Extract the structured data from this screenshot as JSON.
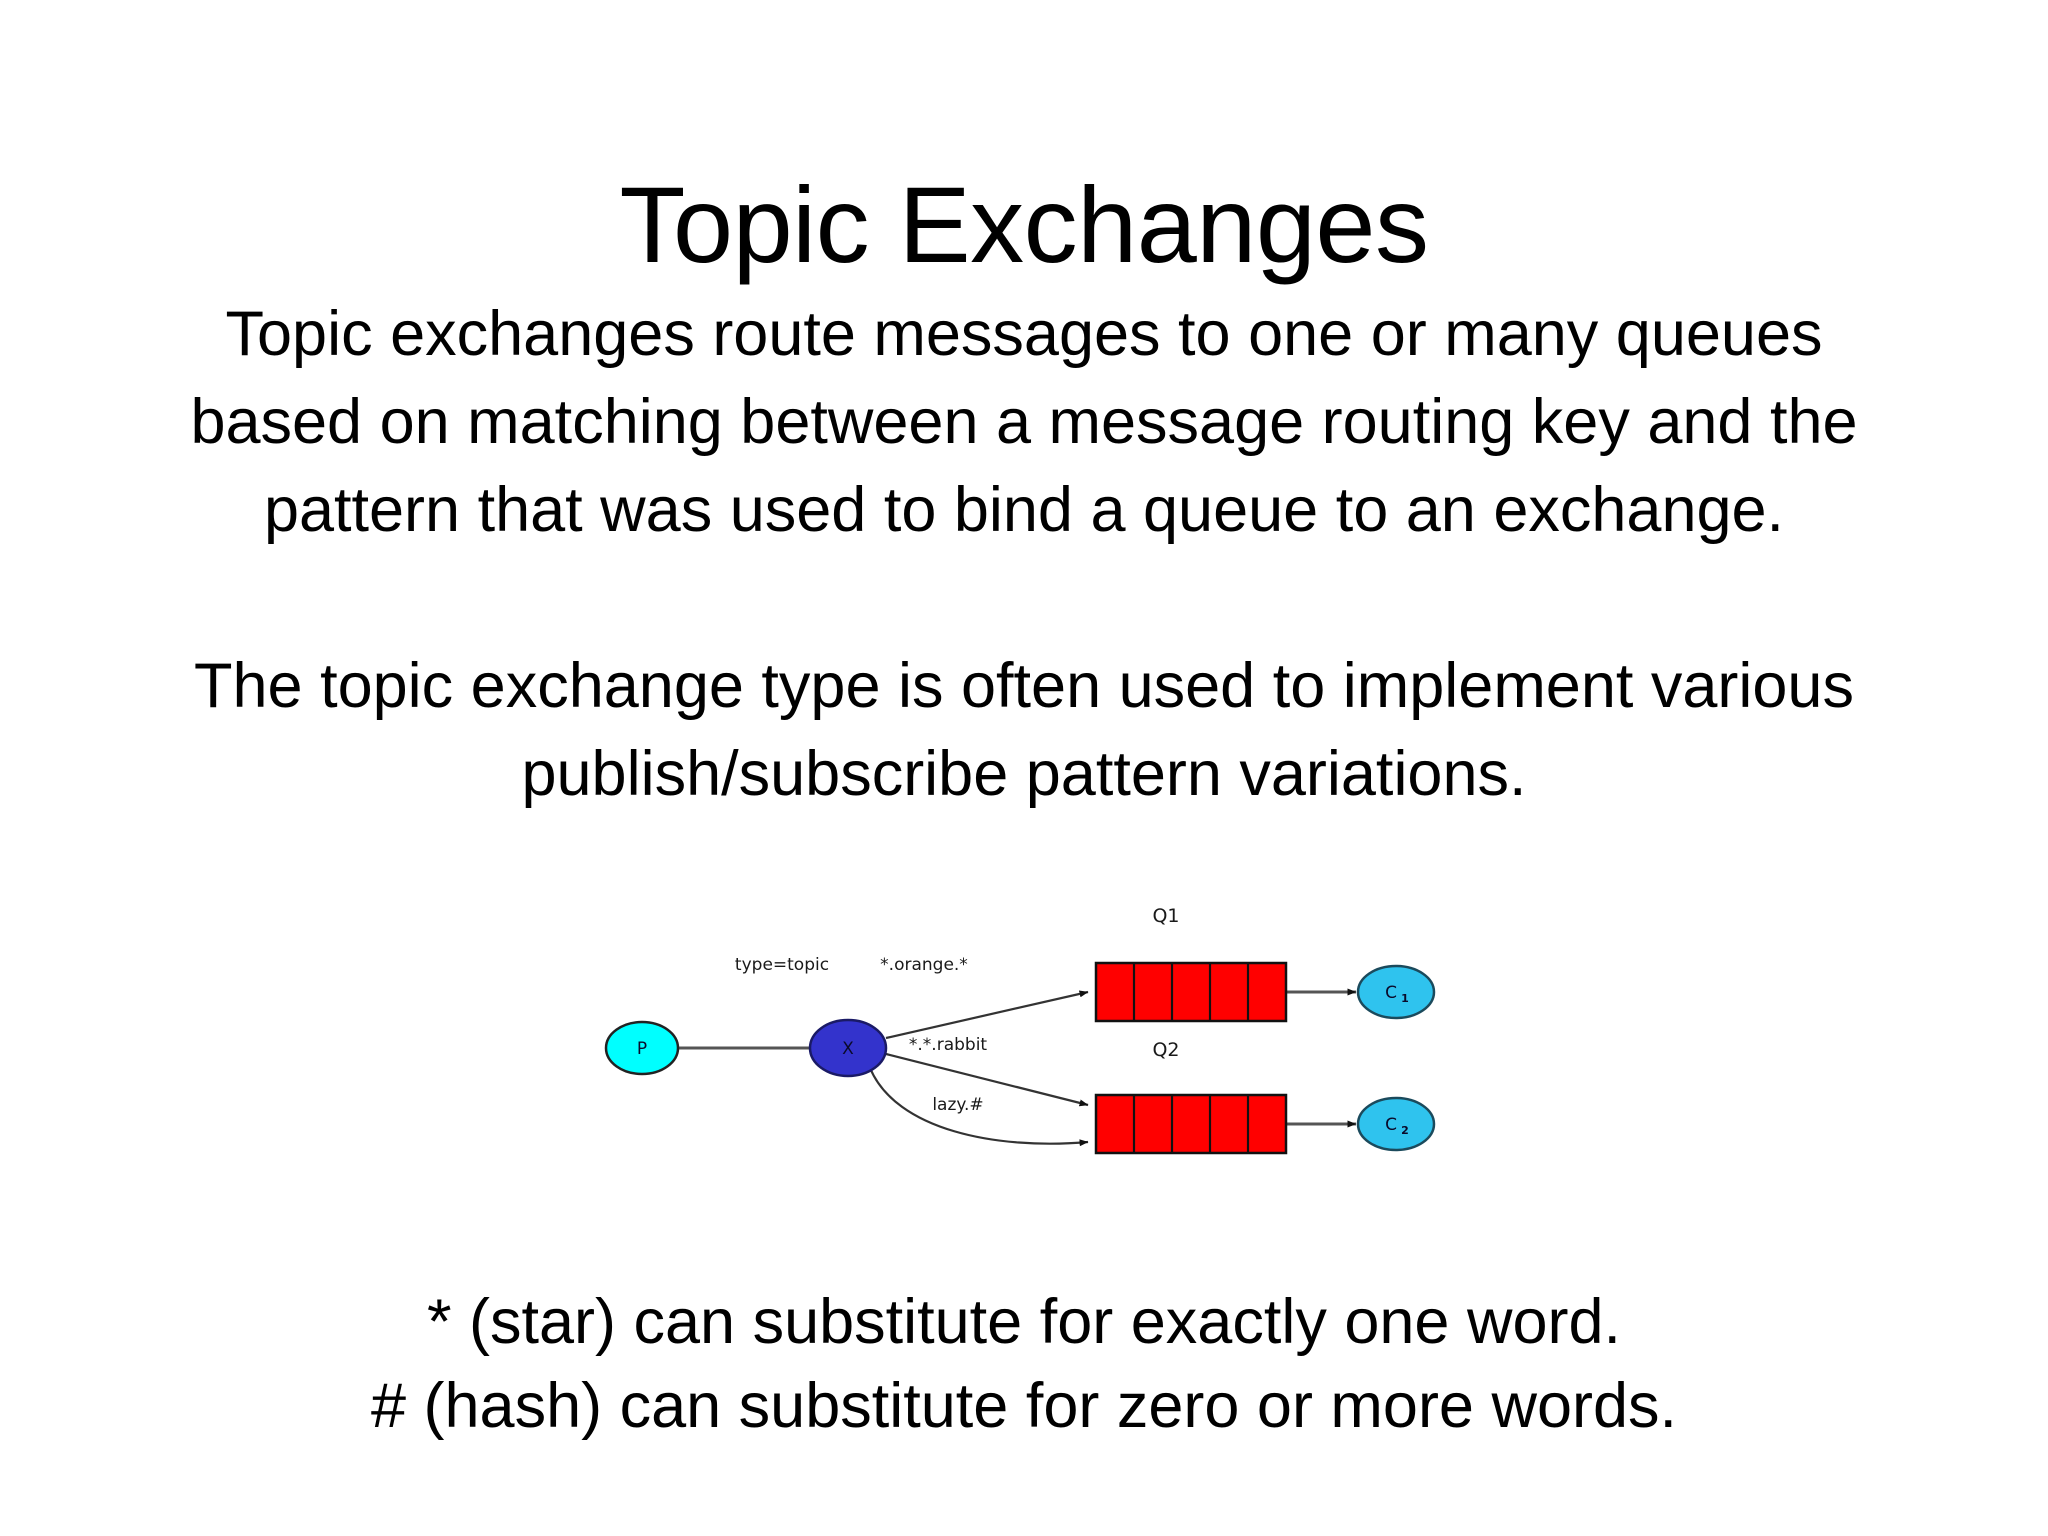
{
  "slide": {
    "title": "Topic Exchanges",
    "background_color": "#ffffff",
    "text_color": "#000000"
  },
  "paragraphs": {
    "intro": {
      "lines": [
        "Topic exchanges route messages to one or many queues",
        "based on matching between a message routing key and the",
        "pattern that was used to bind a queue to an exchange."
      ]
    },
    "usage": {
      "lines": [
        "The topic exchange type is often used to implement various",
        "publish/subscribe pattern variations."
      ]
    }
  },
  "footnotes": {
    "lines": [
      "* (star) can substitute for exactly one word.",
      "# (hash) can substitute for zero or more words."
    ]
  },
  "diagram": {
    "producer": {
      "label": "P",
      "fill": "#00ffff"
    },
    "exchange": {
      "label": "X",
      "fill": "#3333cc",
      "type_label": "type=topic"
    },
    "bindings": [
      {
        "pattern": "*.orange.*",
        "target": "Q1"
      },
      {
        "pattern": "*.*.rabbit",
        "target": "Q2"
      },
      {
        "pattern": "lazy.#",
        "target": "Q2"
      }
    ],
    "queues": [
      {
        "name": "Q1",
        "cells": 5,
        "fill": "#ff0000"
      },
      {
        "name": "Q2",
        "cells": 5,
        "fill": "#ff0000"
      }
    ],
    "consumers": [
      {
        "label": "C",
        "subscript": "1",
        "fill": "#2fc3ee"
      },
      {
        "label": "C",
        "subscript": "2",
        "fill": "#2fc3ee"
      }
    ],
    "colors": {
      "producer_fill": "#00ffff",
      "exchange_fill": "#3333cc",
      "queue_fill": "#ff0000",
      "consumer_fill": "#2fc3ee",
      "stroke": "#222222",
      "edge": "#444444"
    }
  }
}
